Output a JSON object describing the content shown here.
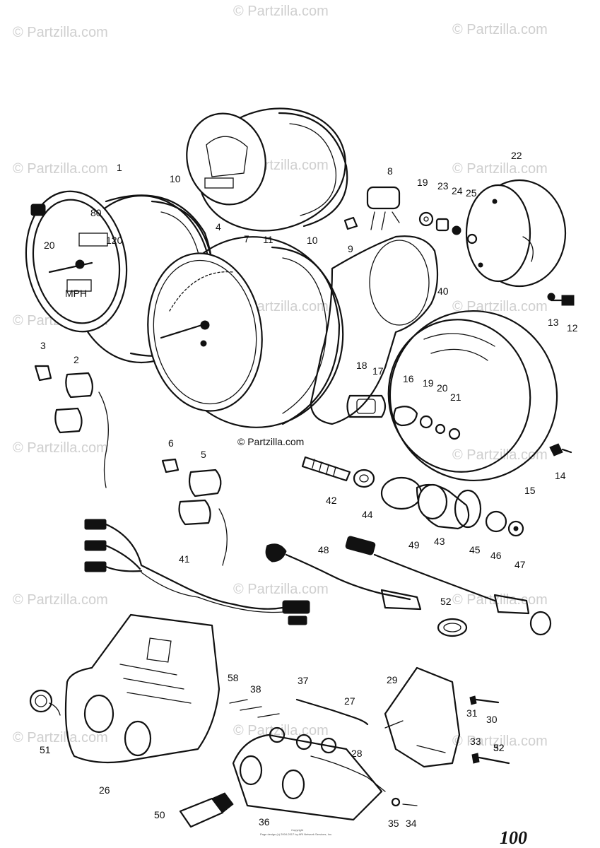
{
  "watermark": {
    "text": "© Partzilla.com"
  },
  "center_watermark": "© Partzilla.com",
  "callouts": [
    "1",
    "2",
    "3",
    "4",
    "5",
    "6",
    "7",
    "8",
    "9",
    "10",
    "10",
    "11",
    "12",
    "13",
    "14",
    "15",
    "16",
    "17",
    "18",
    "19",
    "19",
    "20",
    "21",
    "22",
    "23",
    "24",
    "25",
    "26",
    "27",
    "28",
    "29",
    "30",
    "31",
    "32",
    "33",
    "34",
    "35",
    "36",
    "37",
    "38",
    "40",
    "41",
    "42",
    "43",
    "44",
    "45",
    "46",
    "47",
    "48",
    "49",
    "50",
    "51",
    "52",
    "52",
    "58"
  ],
  "copyright_lines": [
    "Copyright",
    "Page design (c) 2004-2017 by ARI Network Services, Inc."
  ],
  "page_number": "100"
}
